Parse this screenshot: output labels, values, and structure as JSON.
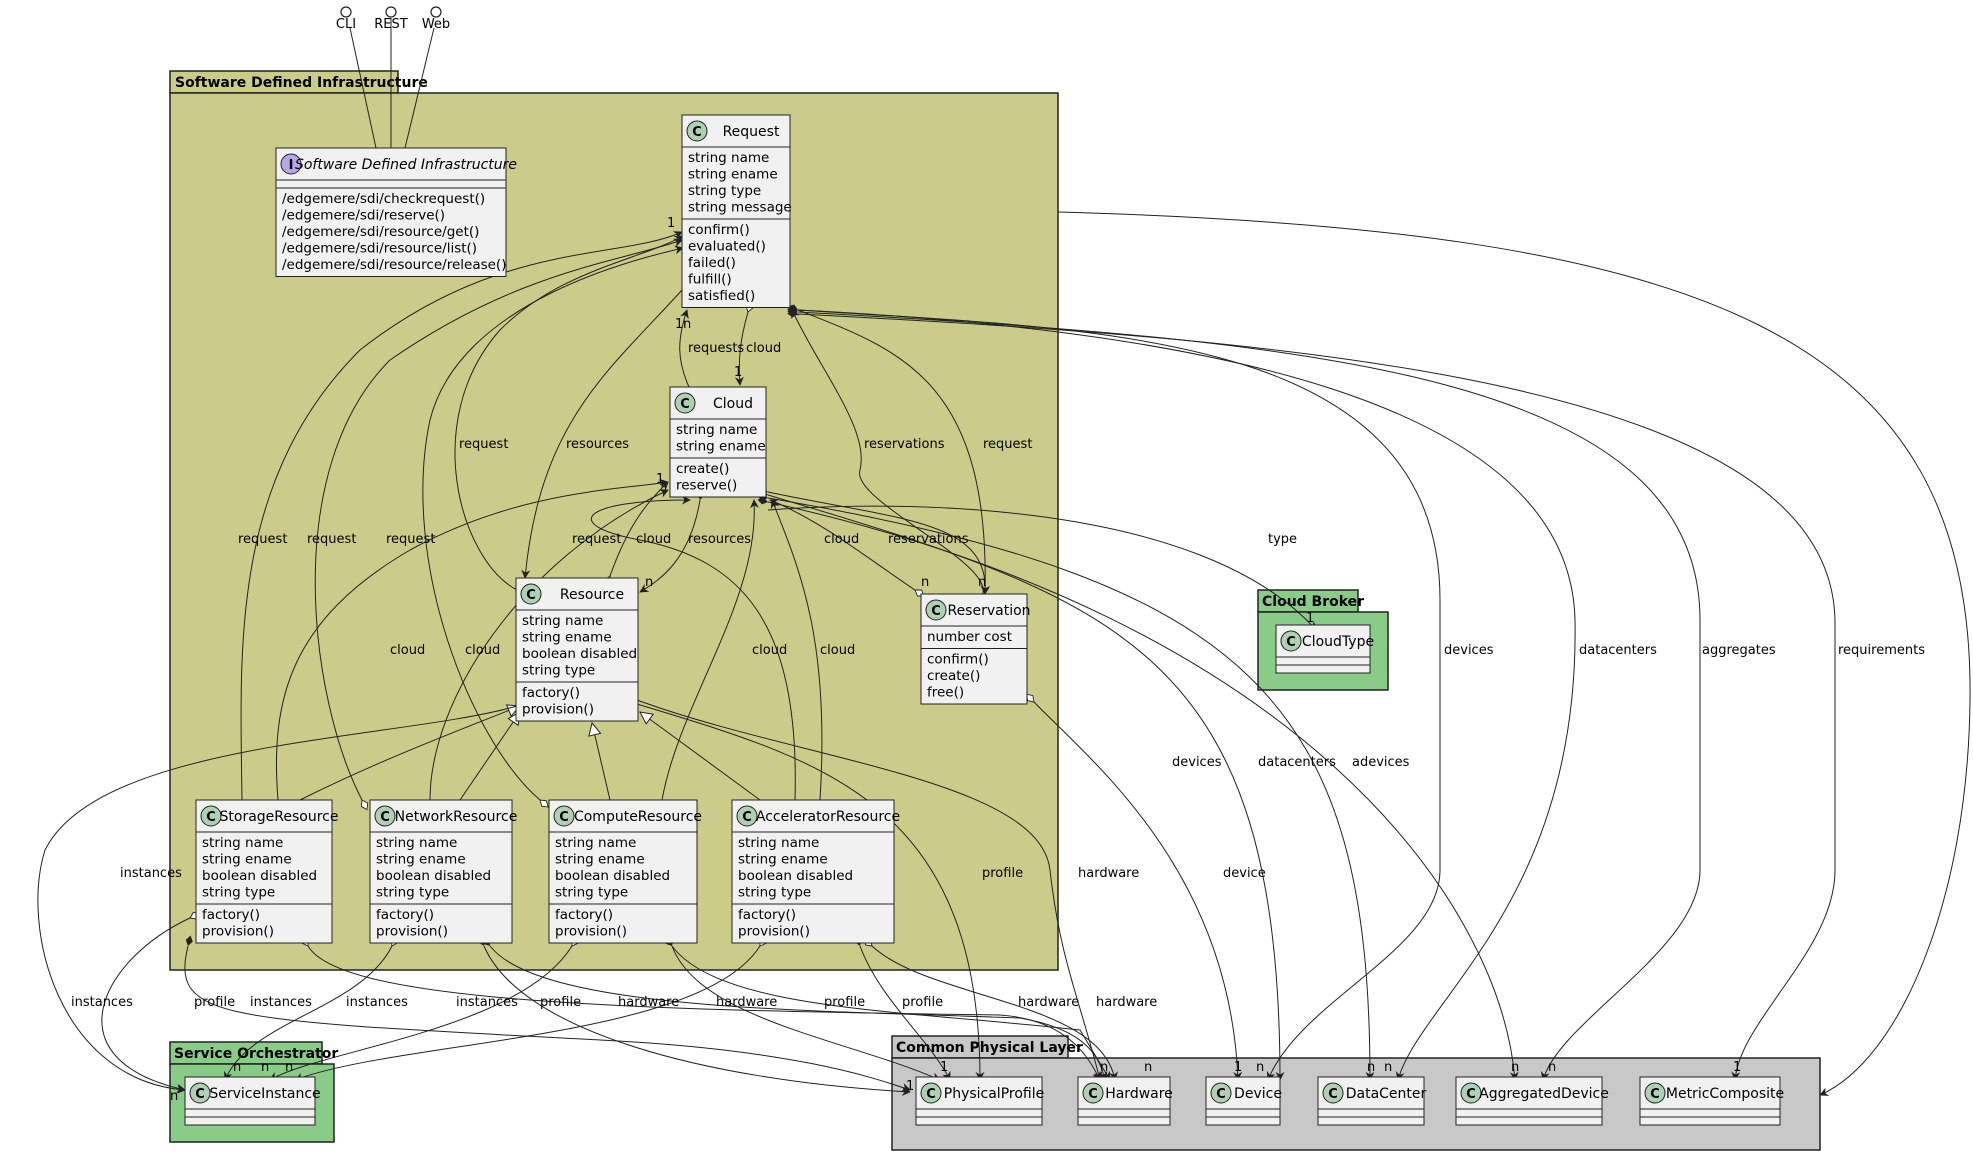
{
  "colors": {
    "sdi_package": "#CCCC8A",
    "orchestrator_package": "#88CC88",
    "broker_package": "#88CC88",
    "physical_package": "#C8C8C8",
    "class_fill": "#F1F1F1",
    "class_icon": "#ADD1B2",
    "interface_icon": "#B4A7E5"
  },
  "endpoints": [
    {
      "label": "CLI"
    },
    {
      "label": "REST"
    },
    {
      "label": "Web"
    }
  ],
  "packages": {
    "sdi": {
      "title": "Software Defined Infrastructure"
    },
    "orchestrator": {
      "title": "Service Orchestrator"
    },
    "broker": {
      "title": "Cloud Broker"
    },
    "physical": {
      "title": "Common Physical Layer"
    }
  },
  "classes": {
    "sdi_interface": {
      "icon": "I",
      "name": "Software Defined Infrastructure",
      "fields": [],
      "methods": [
        "/edgemere/sdi/checkrequest()",
        "/edgemere/sdi/reserve()",
        "/edgemere/sdi/resource/get()",
        "/edgemere/sdi/resource/list()",
        "/edgemere/sdi/resource/release()"
      ]
    },
    "request": {
      "icon": "C",
      "name": "Request",
      "fields": [
        "string name",
        "string ename",
        "string type",
        "string message"
      ],
      "methods": [
        "confirm()",
        "evaluated()",
        "failed()",
        "fulfill()",
        "satisfied()"
      ]
    },
    "cloud": {
      "icon": "C",
      "name": "Cloud",
      "fields": [
        "string name",
        "string ename"
      ],
      "methods": [
        "create()",
        "reserve()"
      ]
    },
    "resource": {
      "icon": "C",
      "name": "Resource",
      "fields": [
        "string name",
        "string ename",
        "boolean disabled",
        "string type"
      ],
      "methods": [
        "factory()",
        "provision()"
      ]
    },
    "reservation": {
      "icon": "C",
      "name": "Reservation",
      "fields": [
        "number cost"
      ],
      "methods": [
        "confirm()",
        "create()",
        "free()"
      ]
    },
    "storage": {
      "icon": "C",
      "name": "StorageResource",
      "fields": [
        "string name",
        "string ename",
        "boolean disabled",
        "string type"
      ],
      "methods": [
        "factory()",
        "provision()"
      ]
    },
    "network": {
      "icon": "C",
      "name": "NetworkResource",
      "fields": [
        "string name",
        "string ename",
        "boolean disabled",
        "string type"
      ],
      "methods": [
        "factory()",
        "provision()"
      ]
    },
    "compute": {
      "icon": "C",
      "name": "ComputeResource",
      "fields": [
        "string name",
        "string ename",
        "boolean disabled",
        "string type"
      ],
      "methods": [
        "factory()",
        "provision()"
      ]
    },
    "accelerator": {
      "icon": "C",
      "name": "AcceleratorResource",
      "fields": [
        "string name",
        "string ename",
        "boolean disabled",
        "string type"
      ],
      "methods": [
        "factory()",
        "provision()"
      ]
    },
    "cloudtype": {
      "icon": "C",
      "name": "CloudType",
      "fields": [],
      "methods": []
    },
    "serviceinstance": {
      "icon": "C",
      "name": "ServiceInstance",
      "fields": [],
      "methods": []
    },
    "physicalprofile": {
      "icon": "C",
      "name": "PhysicalProfile",
      "fields": [],
      "methods": []
    },
    "hardware": {
      "icon": "C",
      "name": "Hardware",
      "fields": [],
      "methods": []
    },
    "device": {
      "icon": "C",
      "name": "Device",
      "fields": [],
      "methods": []
    },
    "datacenter": {
      "icon": "C",
      "name": "DataCenter",
      "fields": [],
      "methods": []
    },
    "aggregateddevice": {
      "icon": "C",
      "name": "AggregatedDevice",
      "fields": [],
      "methods": []
    },
    "metriccomposite": {
      "icon": "C",
      "name": "MetricComposite",
      "fields": [],
      "methods": []
    }
  },
  "edge_labels": {
    "requests": "requests",
    "cloud": "cloud",
    "request": "request",
    "resources": "resources",
    "reservations": "reservations",
    "type": "type",
    "devices": "devices",
    "datacenters": "datacenters",
    "aggregates": "aggregates",
    "requirements": "requirements",
    "adevices": "adevices",
    "instances": "instances",
    "profile": "profile",
    "hardware": "hardware",
    "device": "device"
  },
  "multiplicities": {
    "one": "1",
    "many": "n"
  }
}
